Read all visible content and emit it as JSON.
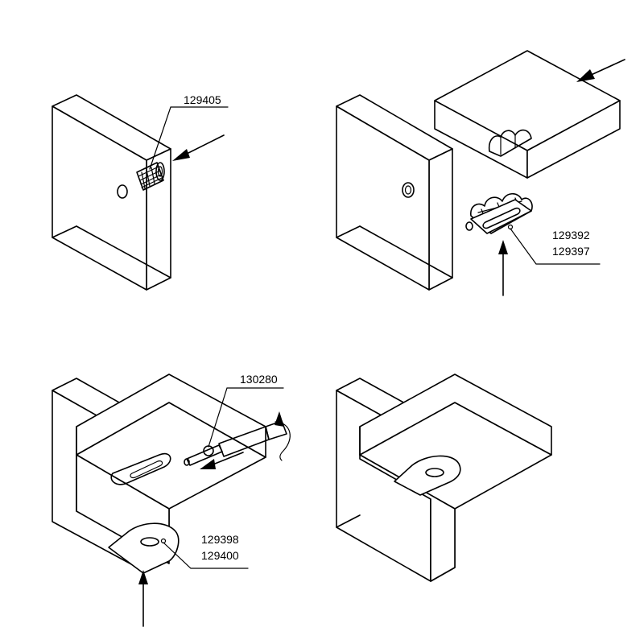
{
  "labels": {
    "step1_part": "129405",
    "step2_part_a": "129392",
    "step2_part_b": "129397",
    "step3_tool": "130280",
    "step3_part_a": "129398",
    "step3_part_b": "129400"
  }
}
